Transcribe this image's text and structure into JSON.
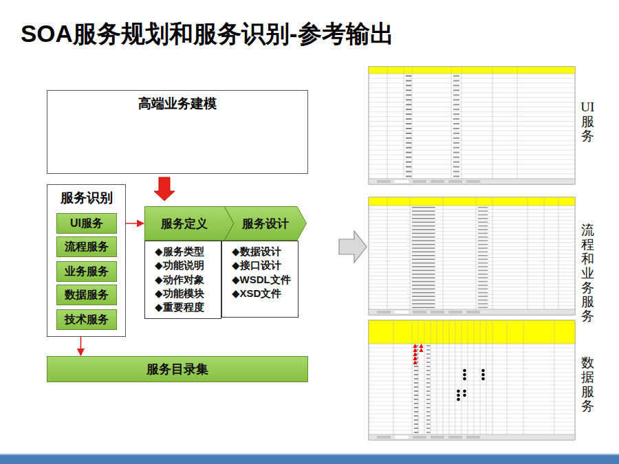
{
  "diagram": {
    "title": "SOA服务规划和服务识别-参考输出",
    "nodes": [
      {
        "text": [
          "高端业务建模"
        ]
      },
      {
        "text": [
          "服务识别"
        ]
      },
      {
        "text": [
          "UI服务"
        ],
        "in": 1
      },
      {
        "text": [
          "流程服务"
        ],
        "in": 1
      },
      {
        "text": [
          "业务服务"
        ],
        "in": 1
      },
      {
        "text": [
          "数据服务"
        ],
        "in": 1
      },
      {
        "text": [
          "技术服务"
        ],
        "in": 1
      },
      {
        "text": [
          "服务定义"
        ]
      },
      {
        "text": [
          "服务设计"
        ]
      },
      {
        "text": [
          "◆服务类型",
          "◆功能说明",
          "◆动作对象",
          "◆功能模块",
          "◆重要程度"
        ]
      },
      {
        "text": [
          "◆数据设计",
          "◆接口设计",
          "◆WSDL文件",
          "◆XSD文件"
        ]
      },
      {
        "text": [
          "服务目录集"
        ]
      }
    ],
    "edges": [
      {
        "from": 0,
        "to": 7,
        "arrow": "to"
      },
      {
        "from": 2,
        "to": 7,
        "arrow": "to"
      },
      {
        "from": 1,
        "to": 11,
        "arrow": "to"
      }
    ],
    "labels": [
      "UI服务",
      "流程和业务服务",
      "数据服务"
    ]
  }
}
